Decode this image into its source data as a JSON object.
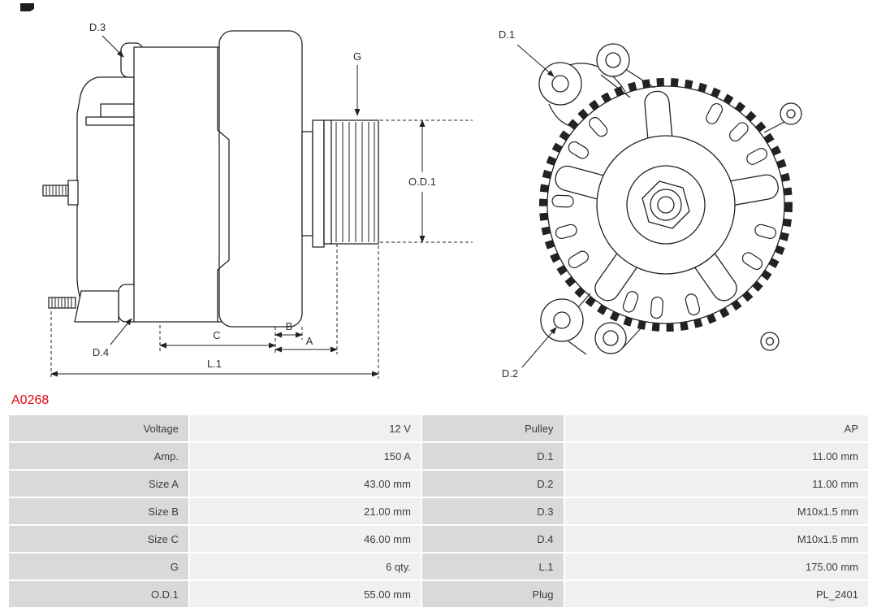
{
  "part": {
    "number": "A0268",
    "number_color": "#e30613"
  },
  "diagram": {
    "side_view": {
      "d3": "D.3",
      "g": "G",
      "od1": "O.D.1",
      "d4": "D.4",
      "c": "C",
      "b": "B",
      "a": "A",
      "l1": "L.1"
    },
    "front_view": {
      "d1": "D.1",
      "d2": "D.2"
    }
  },
  "specs_table": {
    "colors": {
      "label_bg": "#d9d9d9",
      "value_bg": "#f0f0f0",
      "text": "#3d3d3d"
    },
    "rows": [
      {
        "label1": "Voltage",
        "value1": "12 V",
        "label2": "Pulley",
        "value2": "AP"
      },
      {
        "label1": "Amp.",
        "value1": "150 A",
        "label2": "D.1",
        "value2": "11.00 mm"
      },
      {
        "label1": "Size A",
        "value1": "43.00 mm",
        "label2": "D.2",
        "value2": "11.00 mm"
      },
      {
        "label1": "Size B",
        "value1": "21.00 mm",
        "label2": "D.3",
        "value2": "M10x1.5 mm"
      },
      {
        "label1": "Size C",
        "value1": "46.00 mm",
        "label2": "D.4",
        "value2": "M10x1.5 mm"
      },
      {
        "label1": "G",
        "value1": "6 qty.",
        "label2": "L.1",
        "value2": "175.00 mm"
      },
      {
        "label1": "O.D.1",
        "value1": "55.00 mm",
        "label2": "Plug",
        "value2": "PL_2401"
      }
    ]
  }
}
